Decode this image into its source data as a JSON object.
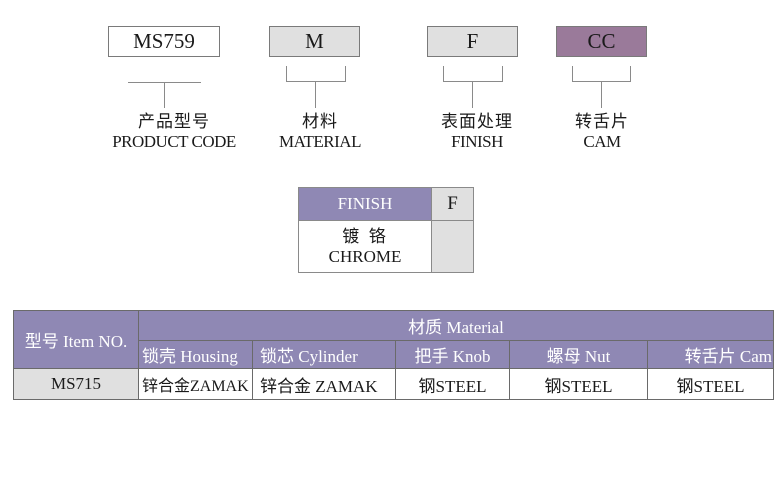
{
  "code_breakdown": [
    {
      "code": "MS759",
      "label_cn": "产品型号",
      "label_en": "PRODUCT CODE",
      "fill": "#ffffff"
    },
    {
      "code": "M",
      "label_cn": "材料",
      "label_en": "MATERIAL",
      "fill": "#e0e0e0"
    },
    {
      "code": "F",
      "label_cn": "表面处理",
      "label_en": "FINISH",
      "fill": "#e0e0e0"
    },
    {
      "code": "CC",
      "label_cn": "转舌片",
      "label_en": "CAM",
      "fill": "#9a7a9a"
    }
  ],
  "finish_table": {
    "header": "FINISH",
    "code": "F",
    "option_cn": "镀 铬",
    "option_en": "CHROME"
  },
  "spec_table": {
    "item_header": "型号 Item NO.",
    "material_header": "材质 Material",
    "columns": [
      "锁壳 Housing",
      "锁芯 Cylinder",
      "把手 Knob",
      "螺母 Nut",
      "转舌片 Cam"
    ],
    "rows": [
      {
        "item": "MS715",
        "values": [
          "锌合金ZAMAK",
          "锌合金 ZAMAK",
          "钢STEEL",
          "钢STEEL",
          "钢STEEL"
        ]
      }
    ]
  },
  "colors": {
    "header_purple": "#8f88b4",
    "cell_grey": "#e0e0e0",
    "cam_purple": "#9a7a9a"
  }
}
